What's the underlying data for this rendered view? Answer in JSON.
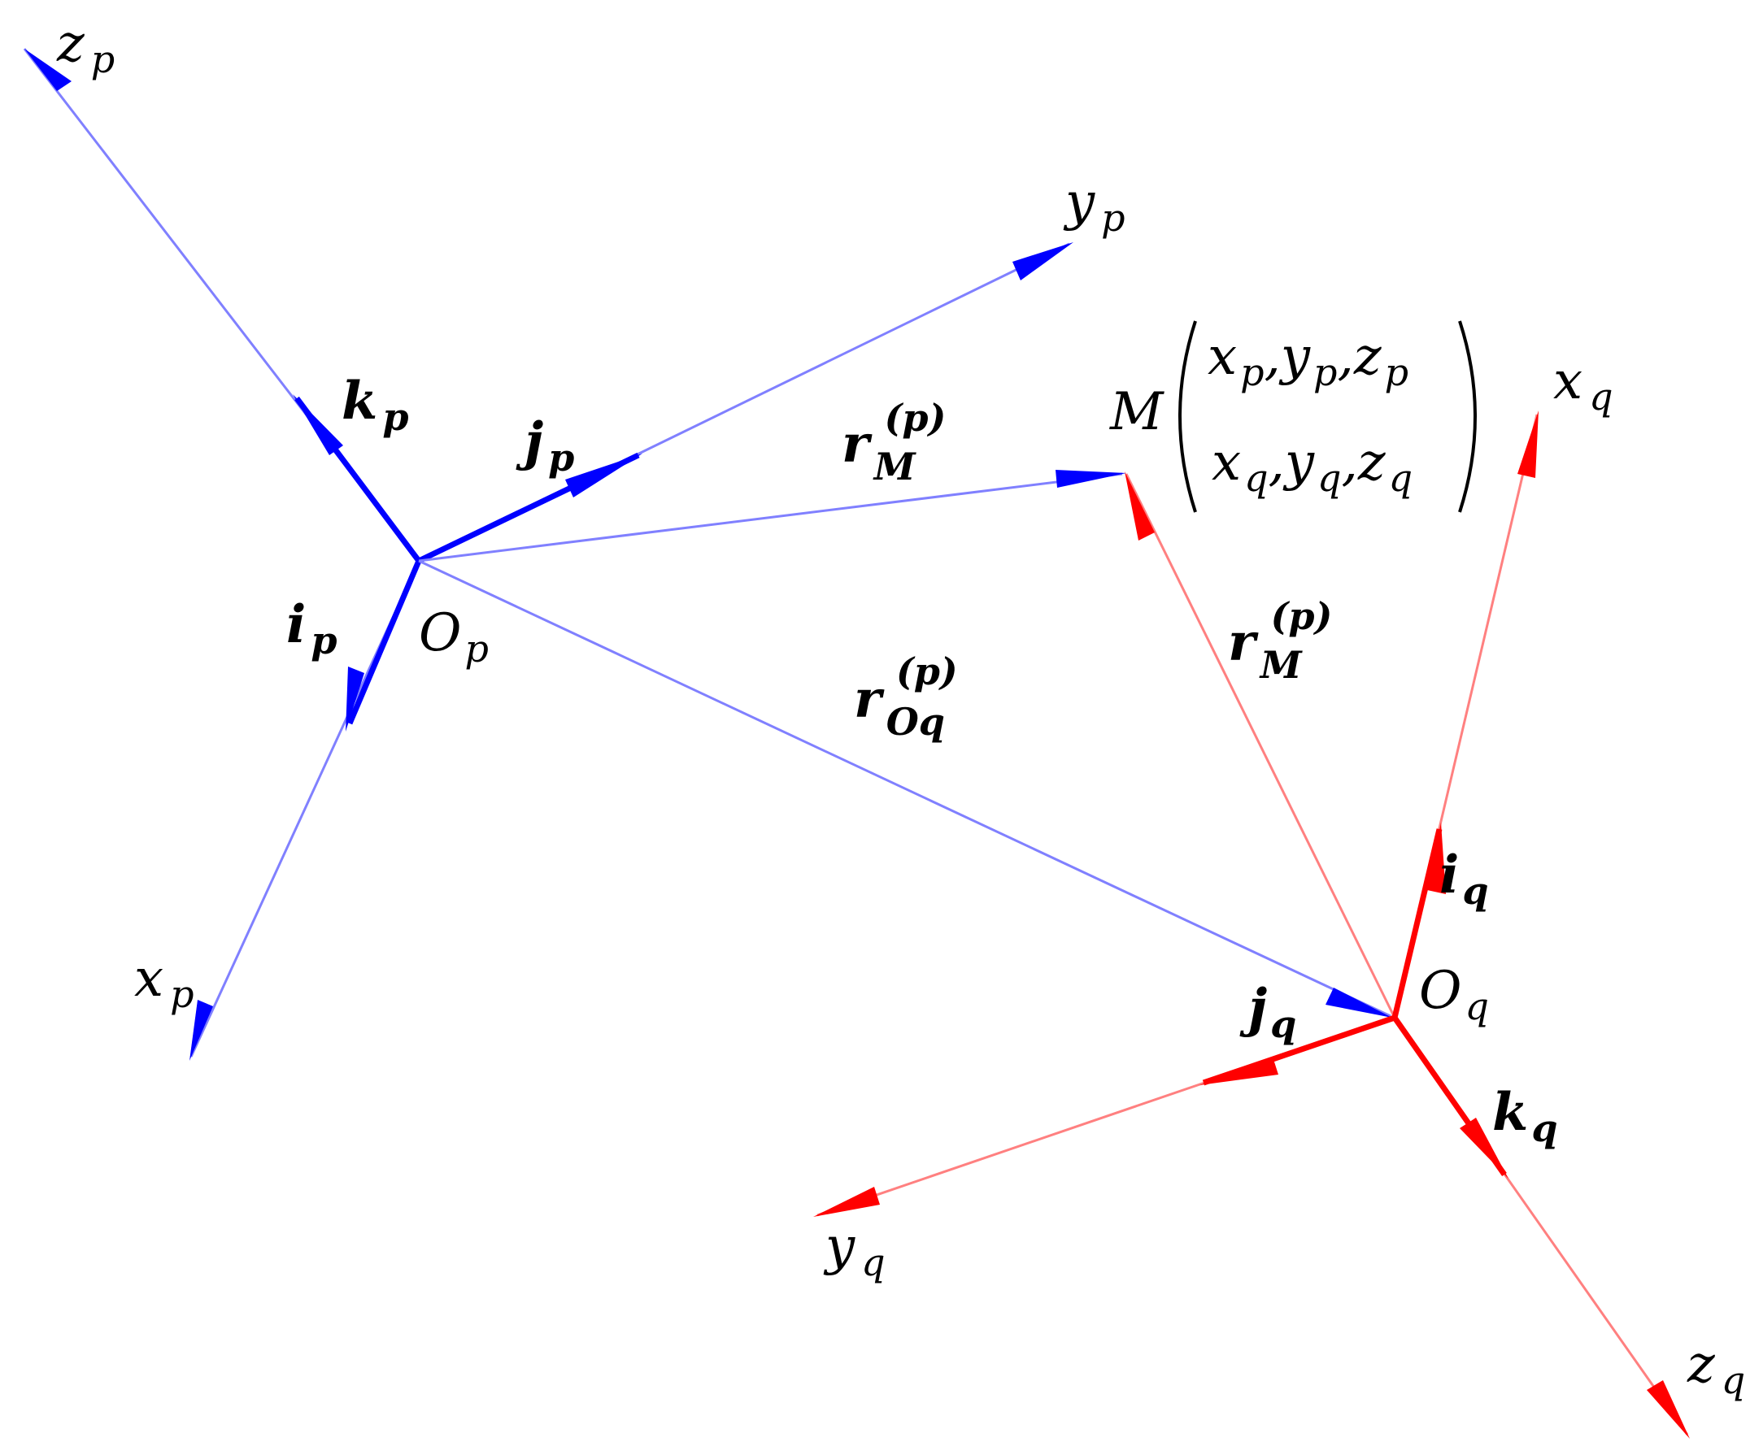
{
  "colors": {
    "frame_p": "#0000ff",
    "frame_p_thin": "#8080ff",
    "frame_q": "#ff0000",
    "frame_q_thin": "#ff8080",
    "text": "#000000"
  },
  "frame_p": {
    "origin_label": "O",
    "origin_sub": "p",
    "axes": {
      "x": {
        "base": "x",
        "sub": "p"
      },
      "y": {
        "base": "y",
        "sub": "p"
      },
      "z": {
        "base": "z",
        "sub": "p"
      }
    },
    "unit_vectors": {
      "i": {
        "base": "i",
        "sub": "p"
      },
      "j": {
        "base": "j",
        "sub": "p"
      },
      "k": {
        "base": "k",
        "sub": "p"
      }
    }
  },
  "frame_q": {
    "origin_label": "O",
    "origin_sub": "q",
    "axes": {
      "x": {
        "base": "x",
        "sub": "q"
      },
      "y": {
        "base": "y",
        "sub": "q"
      },
      "z": {
        "base": "z",
        "sub": "q"
      }
    },
    "unit_vectors": {
      "i": {
        "base": "i",
        "sub": "q"
      },
      "j": {
        "base": "j",
        "sub": "q"
      },
      "k": {
        "base": "k",
        "sub": "q"
      }
    }
  },
  "vectors": {
    "r_M_p": {
      "base": "r",
      "sub": "M",
      "sup": "(p)"
    },
    "r_Oq_p": {
      "base": "r",
      "sub": "Oq",
      "sup": "(p)"
    },
    "r_M_q": {
      "base": "r",
      "sub": "M",
      "sup": "(p)"
    }
  },
  "point_M": {
    "label": "M",
    "row1": "x",
    "row1_sub1": "p",
    "row1_sep1": ",y",
    "row1_sub2": "p",
    "row1_sep2": ",z",
    "row1_sub3": "p",
    "row2": "x",
    "row2_sub1": "q",
    "row2_sep1": ",y",
    "row2_sub2": "q",
    "row2_sep2": ",z",
    "row2_sub3": "q"
  }
}
